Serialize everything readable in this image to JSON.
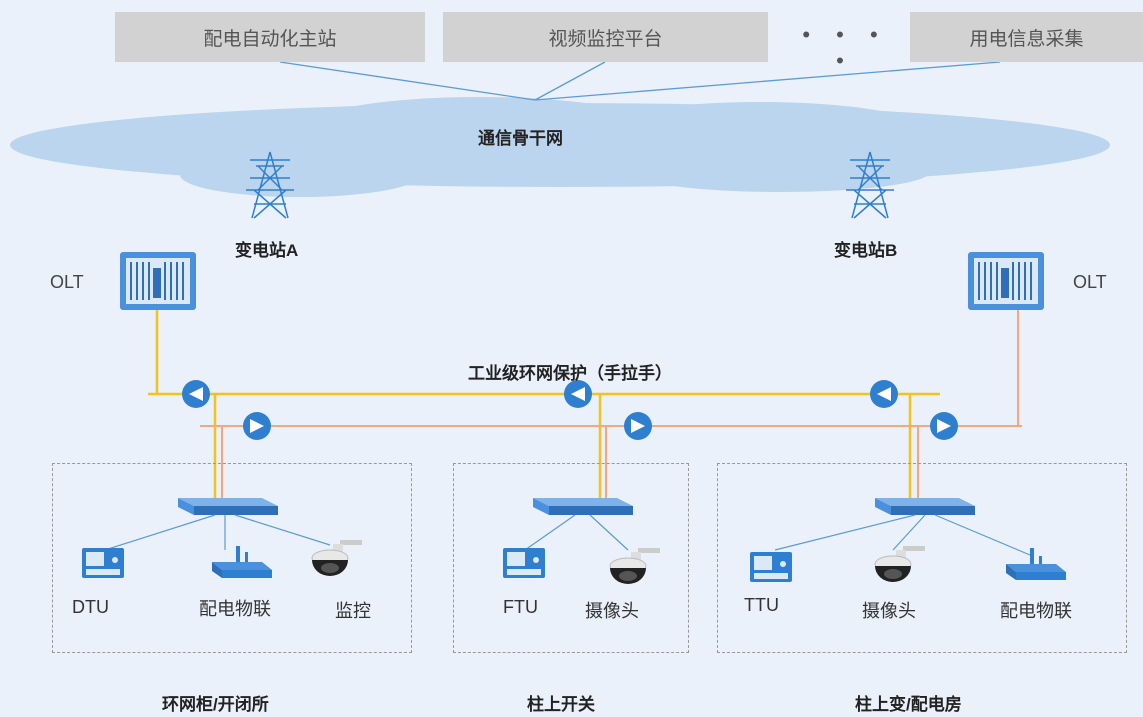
{
  "top_boxes": [
    "配电自动化主站",
    "视频监控平台",
    "用电信息采集"
  ],
  "ellipsis": "• • • •",
  "backbone": "通信骨干网",
  "substations": [
    "变电站A",
    "变电站B"
  ],
  "olt_labels": [
    "OLT",
    "OLT"
  ],
  "ring_label": "工业级环网保护（手拉手）",
  "sites": [
    {
      "name": "环网柜/开闭所",
      "devices": [
        "DTU",
        "配电物联",
        "监控"
      ]
    },
    {
      "name": "柱上开关",
      "devices": [
        "FTU",
        "摄像头"
      ]
    },
    {
      "name": "柱上变/配电房",
      "devices": [
        "TTU",
        "摄像头",
        "配电物联"
      ]
    }
  ],
  "colors": {
    "yellow_line": "#f5c21b",
    "orange_line": "#f4a77a",
    "blue": "#2f7fd1",
    "cloud": "#bcd5ee"
  },
  "icons": [
    "transmission-tower-icon",
    "olt-chassis-icon",
    "splitter-icon",
    "switch-icon",
    "terminal-icon",
    "router-icon",
    "dome-camera-icon"
  ]
}
